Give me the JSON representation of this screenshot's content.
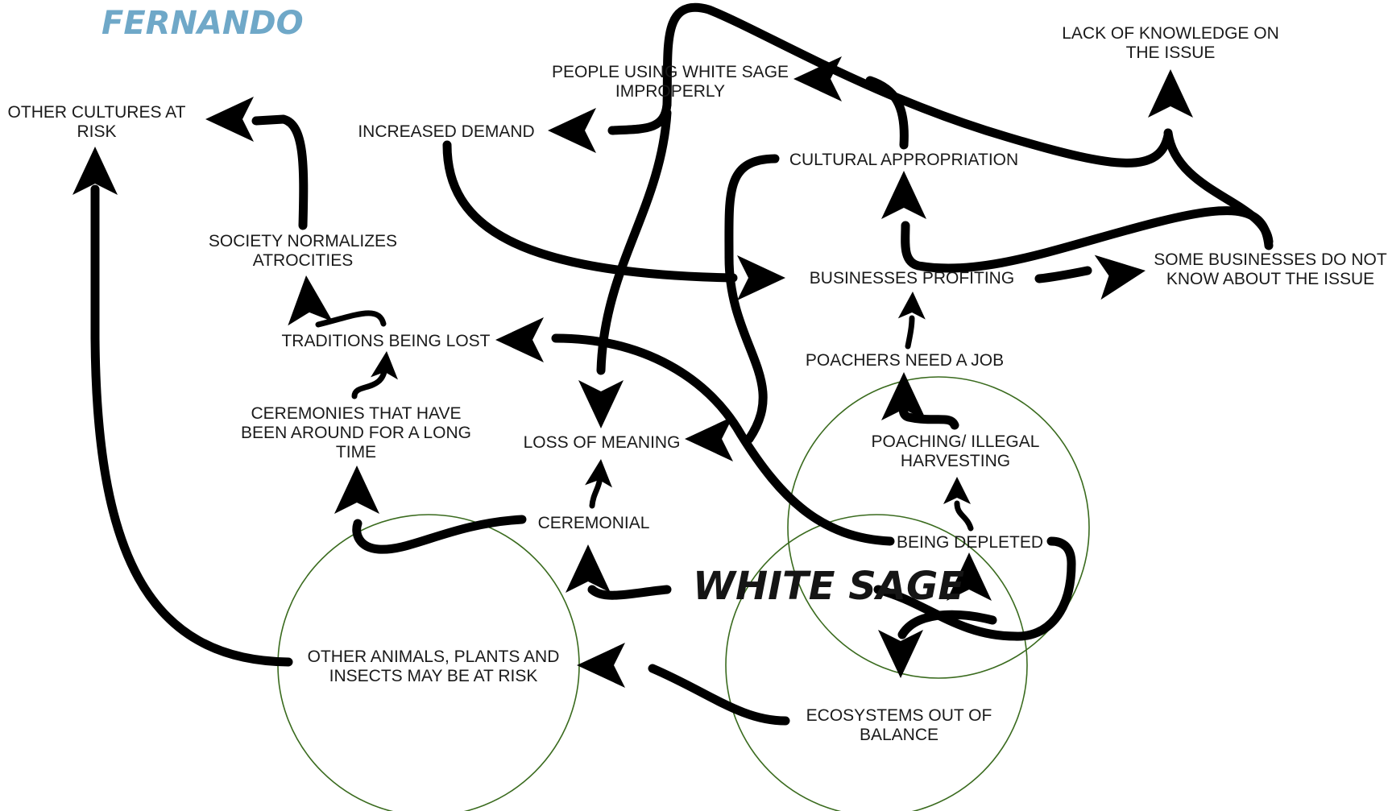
{
  "author": "FERNANDO",
  "center_label": "WHITE SAGE",
  "nodes": {
    "other_cultures": [
      "OTHER CULTURES AT",
      "RISK"
    ],
    "people_improper": [
      "PEOPLE USING WHITE SAGE",
      "IMPROPERLY"
    ],
    "lack_knowledge": [
      "LACK OF KNOWLEDGE ON",
      "THE ISSUE"
    ],
    "increased_demand": [
      "INCREASED DEMAND"
    ],
    "cultural_appropriation": [
      "CULTURAL APPROPRIATION"
    ],
    "society_normalizes": [
      "SOCIETY NORMALIZES",
      "ATROCITIES"
    ],
    "businesses_profiting": [
      "BUSINESSES PROFITING"
    ],
    "some_businesses": [
      "SOME BUSINESSES DO NOT",
      "KNOW ABOUT THE ISSUE"
    ],
    "traditions_lost": [
      "TRADITIONS BEING LOST"
    ],
    "poachers_job": [
      "POACHERS NEED A JOB"
    ],
    "ceremonies": [
      "CEREMONIES THAT HAVE",
      "BEEN AROUND FOR A LONG",
      "TIME"
    ],
    "loss_meaning": [
      "LOSS OF MEANING"
    ],
    "poaching": [
      "POACHING/ ILLEGAL",
      "HARVESTING"
    ],
    "ceremonial": [
      "CEREMONIAL"
    ],
    "being_depleted": [
      "BEING DEPLETED"
    ],
    "other_animals": [
      "OTHER ANIMALS, PLANTS AND",
      "INSECTS MAY BE AT RISK"
    ],
    "ecosystems": [
      "ECOSYSTEMS OUT OF",
      "BALANCE"
    ]
  }
}
